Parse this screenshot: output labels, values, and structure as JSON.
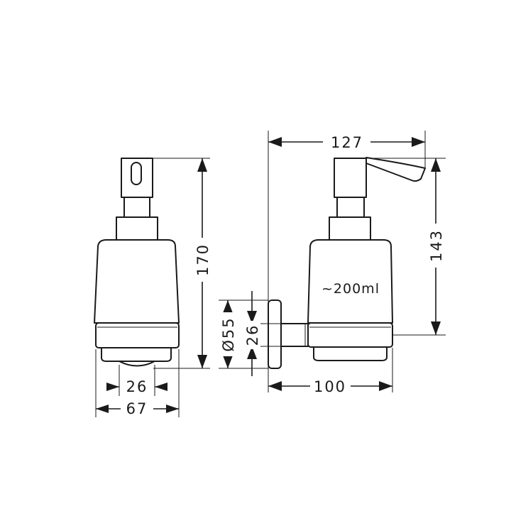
{
  "dimensions": {
    "front_height": "170",
    "front_bottom_inner": "26",
    "front_bottom_outer": "67",
    "side_total_width": "127",
    "side_height": "143",
    "side_depth": "100",
    "mount_diameter": "Ø55",
    "mount_height": "26"
  },
  "capacity_label": "~200ml"
}
